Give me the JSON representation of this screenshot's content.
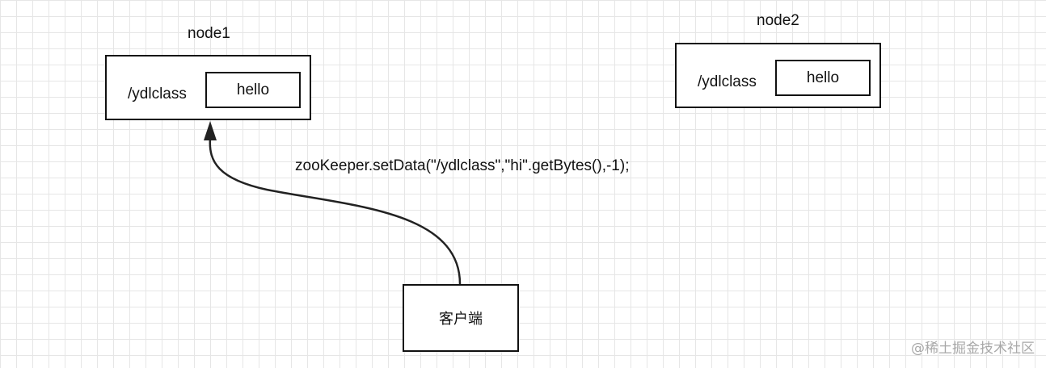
{
  "node1": {
    "title": "node1",
    "path": "/ydlclass",
    "value": "hello"
  },
  "node2": {
    "title": "node2",
    "path": "/ydlclass",
    "value": "hello"
  },
  "client": {
    "label": "客户端"
  },
  "call": {
    "code": "zooKeeper.setData(\"/ydlclass\",\"hi\".getBytes(),-1);"
  },
  "watermark": {
    "text": "@稀土掘金技术社区"
  }
}
